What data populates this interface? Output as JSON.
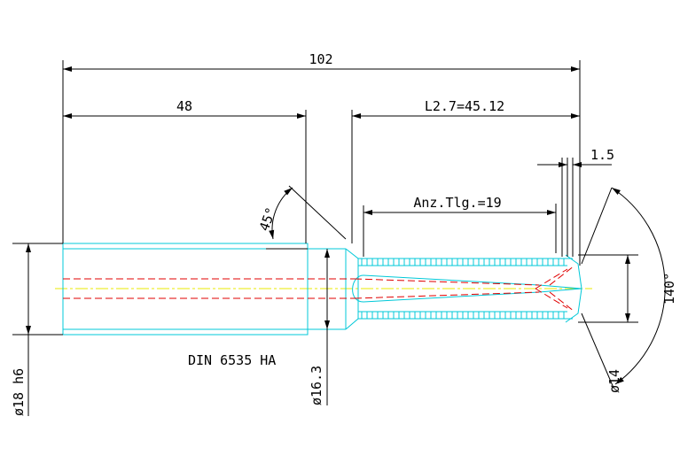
{
  "colors": {
    "background": "#ffffff",
    "dimension": "#000000",
    "outline": "#00c8d8",
    "hidden": "#e00000",
    "centerline": "#e8e800"
  },
  "dimensions": {
    "overall_length": "102",
    "shank_length": "48",
    "thread_length": "L2.7=45.12",
    "thread_count": "Anz.Tlg.=19",
    "tip_offset": "1.5",
    "chamfer_angle": "45°",
    "point_angle": "140°",
    "shank_diameter": "ø18 h6",
    "neck_diameter": "ø16.3",
    "tip_diameter": "ø14"
  },
  "standard_label": "DIN 6535 HA"
}
